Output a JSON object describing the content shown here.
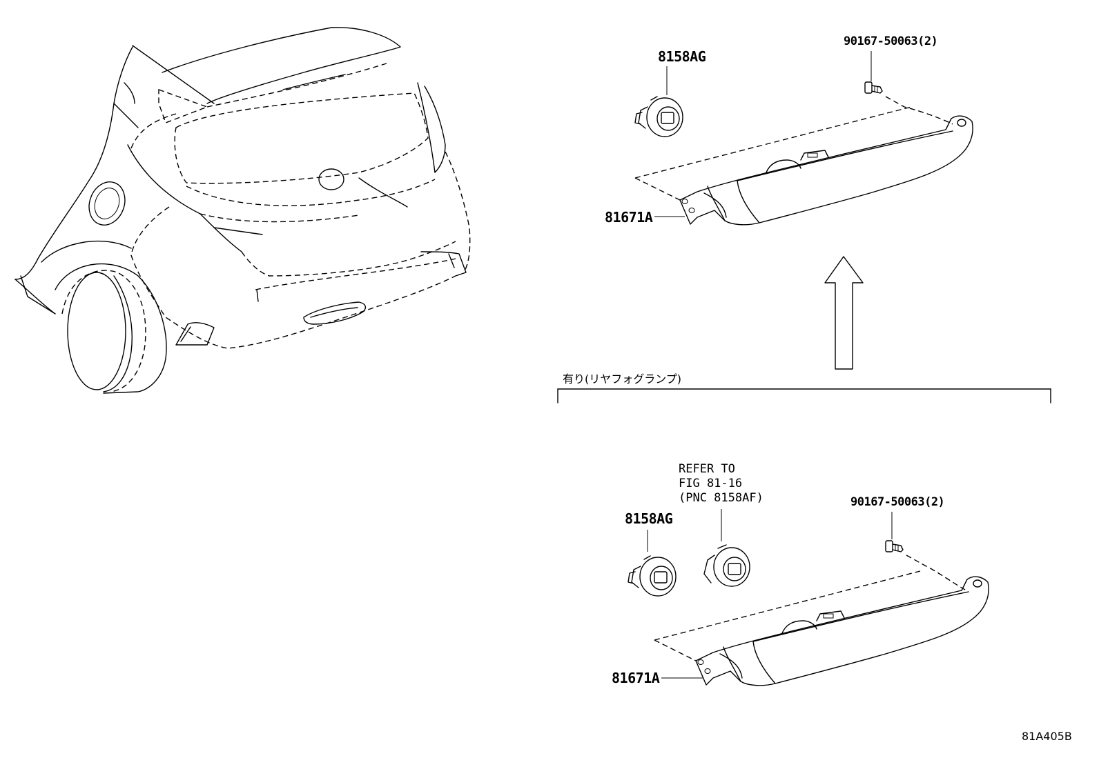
{
  "labels": {
    "top_bulb_socket": "8158AG",
    "top_screw": "90167-50063(2)",
    "top_fog_lamp": "81671A",
    "condition": "有り(リヤフォグランプ)",
    "refer_note": "REFER TO\nFIG 81-16\n(PNC 8158AF)",
    "bottom_bulb_socket": "8158AG",
    "bottom_screw": "90167-50063(2)",
    "bottom_fog_lamp": "81671A",
    "figure_code": "81A405B"
  }
}
